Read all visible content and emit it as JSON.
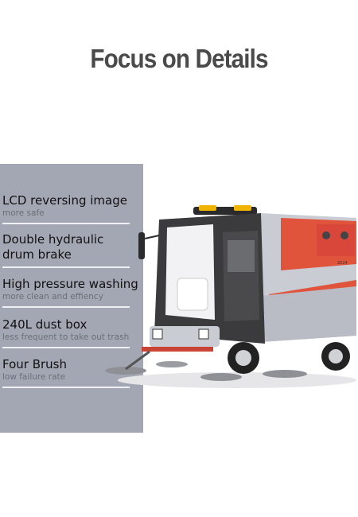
{
  "page": {
    "title": "Focus on Details"
  },
  "features": [
    {
      "title": "LCD reversing image",
      "subtitle": "more safe"
    },
    {
      "title": "Double hydraulic drum brake",
      "title_line1": "Double hydraulic",
      "title_line2": "drum brake",
      "subtitle": ""
    },
    {
      "title": "High pressure washing",
      "subtitle": "more clean and effiency"
    },
    {
      "title": "240L dust box",
      "subtitle": "less frequent to take out trash"
    },
    {
      "title": "Four Brush",
      "subtitle": "low failure rate"
    }
  ],
  "truck": {
    "badge_text": "2024",
    "cab_color": "#3b3b3d",
    "accent_color": "#e0543c",
    "body_color": "#c9ccd3"
  },
  "colors": {
    "panel": "#a3a7b3",
    "title": "#4a4a4a"
  }
}
